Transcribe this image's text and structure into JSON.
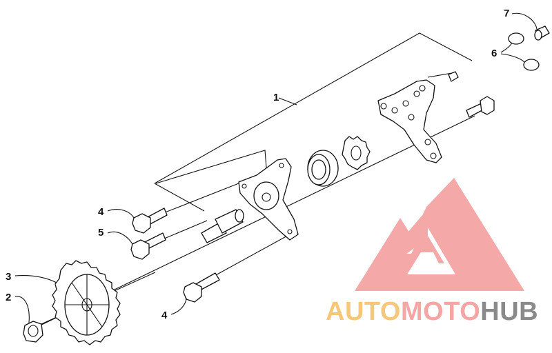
{
  "callouts": {
    "c1": "1",
    "c2": "2",
    "c3": "3",
    "c4a": "4",
    "c4b": "4",
    "c5": "5",
    "c6": "6",
    "c7": "7"
  },
  "watermark": {
    "part1": "AUTO",
    "part2": "MOTO",
    "part3": "HUB",
    "color_auto": "#f6c77a",
    "color_moto": "#f6a5a5",
    "color_hub": "#8a8a8a",
    "logo_color": "#f39a9a"
  }
}
